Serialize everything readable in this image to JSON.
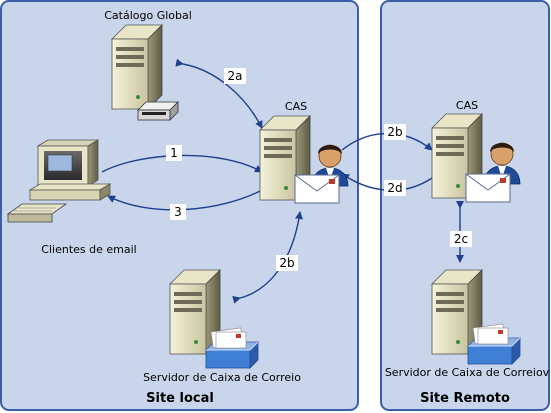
{
  "sites": {
    "local": {
      "label": "Site local"
    },
    "remote": {
      "label": "Site Remoto"
    }
  },
  "nodes": {
    "global_catalog": {
      "label": "Catálogo Global"
    },
    "cas_local": {
      "label": "CAS"
    },
    "cas_remote": {
      "label": "CAS"
    },
    "email_clients": {
      "label": "Clientes de email"
    },
    "mailbox_local": {
      "label": "Servidor de Caixa de Correio"
    },
    "mailbox_remote": {
      "label": "Servidor de Caixa de Correiov"
    }
  },
  "steps": {
    "s1": "1",
    "s2a": "2a",
    "s2b_remote": "2b",
    "s2b_local": "2b",
    "s2c": "2c",
    "s2d": "2d",
    "s3": "3"
  },
  "colors": {
    "site_fill": "#c9d5ea",
    "site_border": "#3a5fa8",
    "arrow": "#1f3f8f"
  }
}
